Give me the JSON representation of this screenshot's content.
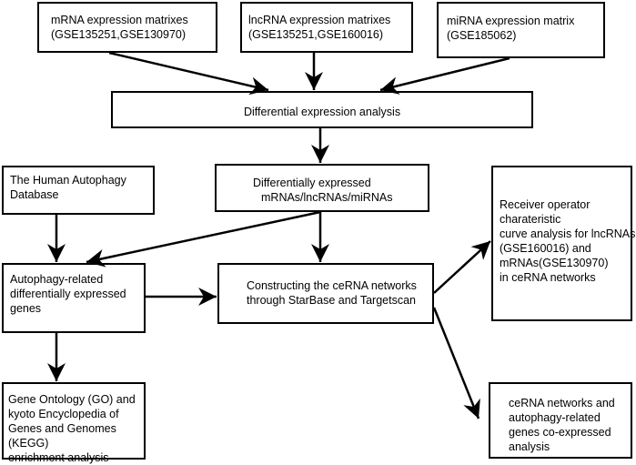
{
  "nodes": {
    "mrna_matrix": {
      "lines": [
        "mRNA expression matrixes",
        "(GSE135251,GSE130970)"
      ]
    },
    "lncrna_matrix": {
      "lines": [
        "lncRNA expression matrixes",
        "(GSE135251,GSE160016)"
      ]
    },
    "mirna_matrix": {
      "lines": [
        "miRNA expression matrix",
        "(GSE185062)"
      ]
    },
    "differential_analysis": {
      "lines": [
        "Differential expression analysis"
      ]
    },
    "human_autophagy_db": {
      "lines": [
        "The Human Autophagy",
        "Database"
      ]
    },
    "de_rnas": {
      "lines": [
        "Differentially expressed",
        "mRNAs/lncRNAs/miRNAs"
      ]
    },
    "roc_analysis": {
      "lines": [
        "Receiver operator",
        "charateristic",
        "curve analysis for lncRNAs",
        "(GSE160016) and",
        "mRNAs(GSE130970)",
        "in ceRNA networks"
      ]
    },
    "autophagy_degs": {
      "lines": [
        "Autophagy-related",
        "differentially expressed",
        "genes"
      ]
    },
    "cerna_construct": {
      "lines": [
        "Constructing the ceRNA networks",
        "through StarBase and Targetscan"
      ]
    },
    "go_kegg": {
      "lines": [
        "Gene Ontology (GO) and",
        "kyoto Encyclopedia of",
        "Genes and Genomes",
        "(KEGG)",
        "enrichment analysis"
      ]
    },
    "coexpression": {
      "lines": [
        "ceRNA networks and",
        "autophagy-related",
        "genes co-expressed",
        "analysis"
      ]
    }
  },
  "colors": {
    "stroke": "#000000",
    "background": "#ffffff"
  }
}
